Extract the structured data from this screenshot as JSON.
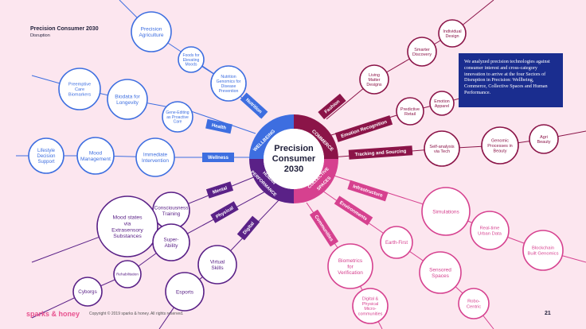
{
  "header": {
    "title": "Precision Consumer 2030",
    "subtitle": "Disruption"
  },
  "center": {
    "line1": "Precision",
    "line2": "Consumer",
    "line3": "2030"
  },
  "sectors": {
    "wellbeing": "WELLBEING",
    "commerce": "COMMERCE",
    "collective": [
      "COLLECTIVE",
      "SPACES"
    ],
    "human": [
      "HUMAN",
      "PERFORMANCE"
    ]
  },
  "colors": {
    "wellbeing": "#3d6ee0",
    "commerce": "#8b1448",
    "collective": "#d6418f",
    "human": "#5a2187",
    "info_bg": "#1a2d8f",
    "background": "#fce6ef"
  },
  "info_box": "We analyzed precision technologies against consumer interest and cross-category innovation to arrive at the four Sectors of Disruption in Precision: Wellbeing, Commerce, Collective Spaces and Human Performance.",
  "labels": {
    "nutrition": "Nutrition",
    "health": "Health",
    "wellness": "Wellness",
    "fashion": "Fashion",
    "emotion_recognition": "Emotion Recognition",
    "tracking_sourcing": "Tracking and Sourcing",
    "infrastructure": "Infrastructure",
    "environments": "Environments",
    "communities": "Communities",
    "mental": "Mental",
    "physical": "Physical",
    "digital": "Digital"
  },
  "nodes": {
    "precision_agriculture": [
      "Precision",
      "Agriculture"
    ],
    "foods_moods": [
      "Foods for",
      "Elevating",
      "Moods"
    ],
    "nutrition_genomics": [
      "Nutrition",
      "Genomics for",
      "Disease",
      "Prevention"
    ],
    "preemptive_care": [
      "Preemptive",
      "Care",
      "Biomarkers"
    ],
    "biodata": [
      "Biodata for",
      "Longevity"
    ],
    "gene_editing": [
      "Gene-Editing",
      "as Proactive",
      "Care"
    ],
    "lifestyle": [
      "Lifestyle",
      "Decision",
      "Support"
    ],
    "mood_mgmt": [
      "Mood",
      "Management"
    ],
    "immediate": [
      "Immediate",
      "Intervention"
    ],
    "individual_design": [
      "Individual",
      "Design"
    ],
    "smarter_discovery": [
      "Smarter",
      "Discovery"
    ],
    "living_matter": [
      "Living",
      "Matter",
      "Designs"
    ],
    "predictive_retail": [
      "Predictive",
      "Retail"
    ],
    "emotion_apparel": [
      "Emotion",
      "Apparel"
    ],
    "genomic_beauty": [
      "Genomic",
      "Processes in",
      "Beauty"
    ],
    "agri_beauty": [
      "Agri",
      "Beauty"
    ],
    "self_analysis": [
      "Self-analysis",
      "via Tech"
    ],
    "simulations": [
      "Simulations"
    ],
    "realtime_urban": [
      "Real-time",
      "Urban Data"
    ],
    "blockchain": [
      "Blockchain",
      "Built Genomics"
    ],
    "earth_first": [
      "Earth-First"
    ],
    "sensored_spaces": [
      "Sensored",
      "Spaces"
    ],
    "biometrics": [
      "Biometrics",
      "for",
      "Verification"
    ],
    "robo_centric": [
      "Robo-",
      "Centric"
    ],
    "digital_physical": [
      "Digital &",
      "Physical",
      "Micro-",
      "communities"
    ],
    "consciousness": [
      "Consciousness",
      "Training"
    ],
    "mood_states": [
      "Mood states",
      "via",
      "Extrasensory",
      "Substances"
    ],
    "super_ability": [
      "Super-",
      "Ability"
    ],
    "virtual_skills": [
      "Virtual",
      "Skills"
    ],
    "rehabilitation": [
      "Rehabilitation"
    ],
    "cyborgs": [
      "Cyborgs"
    ],
    "esports": [
      "Esports"
    ]
  },
  "footer": {
    "logo": "sparks & honey",
    "copyright": "Copyright © 2019 sparks & honey. All rights reserved.",
    "page_number": "21"
  }
}
